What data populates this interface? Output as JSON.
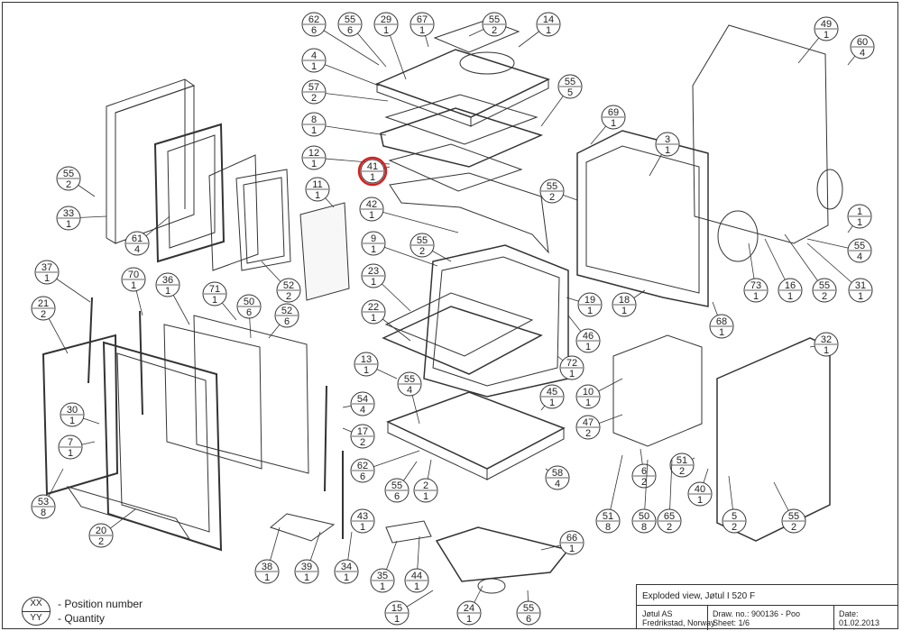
{
  "diagram": {
    "callouts": [
      {
        "pos": "62",
        "qty": "6"
      },
      {
        "pos": "55",
        "qty": "6"
      },
      {
        "pos": "29",
        "qty": "1"
      },
      {
        "pos": "67",
        "qty": "1"
      },
      {
        "pos": "55",
        "qty": "2"
      },
      {
        "pos": "14",
        "qty": "1"
      },
      {
        "pos": "49",
        "qty": "1"
      },
      {
        "pos": "60",
        "qty": "4"
      },
      {
        "pos": "4",
        "qty": "1"
      },
      {
        "pos": "57",
        "qty": "2"
      },
      {
        "pos": "55",
        "qty": "5"
      },
      {
        "pos": "8",
        "qty": "1"
      },
      {
        "pos": "69",
        "qty": "1"
      },
      {
        "pos": "55",
        "qty": "2"
      },
      {
        "pos": "3",
        "qty": "1"
      },
      {
        "pos": "12",
        "qty": "1"
      },
      {
        "pos": "41",
        "qty": "1"
      },
      {
        "pos": "55",
        "qty": "2"
      },
      {
        "pos": "11",
        "qty": "1"
      },
      {
        "pos": "52",
        "qty": "2"
      },
      {
        "pos": "33",
        "qty": "1"
      },
      {
        "pos": "61",
        "qty": "4"
      },
      {
        "pos": "42",
        "qty": "1"
      },
      {
        "pos": "1",
        "qty": "1"
      },
      {
        "pos": "9",
        "qty": "1"
      },
      {
        "pos": "55",
        "qty": "2"
      },
      {
        "pos": "55",
        "qty": "4"
      },
      {
        "pos": "37",
        "qty": "1"
      },
      {
        "pos": "70",
        "qty": "1"
      },
      {
        "pos": "36",
        "qty": "1"
      },
      {
        "pos": "71",
        "qty": "1"
      },
      {
        "pos": "50",
        "qty": "6"
      },
      {
        "pos": "52",
        "qty": "6"
      },
      {
        "pos": "23",
        "qty": "1"
      },
      {
        "pos": "19",
        "qty": "1"
      },
      {
        "pos": "18",
        "qty": "1"
      },
      {
        "pos": "73",
        "qty": "1"
      },
      {
        "pos": "16",
        "qty": "1"
      },
      {
        "pos": "55",
        "qty": "2"
      },
      {
        "pos": "31",
        "qty": "1"
      },
      {
        "pos": "21",
        "qty": "2"
      },
      {
        "pos": "22",
        "qty": "1"
      },
      {
        "pos": "46",
        "qty": "1"
      },
      {
        "pos": "68",
        "qty": "1"
      },
      {
        "pos": "32",
        "qty": "1"
      },
      {
        "pos": "13",
        "qty": "1"
      },
      {
        "pos": "72",
        "qty": "1"
      },
      {
        "pos": "55",
        "qty": "4"
      },
      {
        "pos": "54",
        "qty": "4"
      },
      {
        "pos": "45",
        "qty": "1"
      },
      {
        "pos": "10",
        "qty": "1"
      },
      {
        "pos": "30",
        "qty": "1"
      },
      {
        "pos": "17",
        "qty": "2"
      },
      {
        "pos": "47",
        "qty": "2"
      },
      {
        "pos": "7",
        "qty": "1"
      },
      {
        "pos": "62",
        "qty": "6"
      },
      {
        "pos": "55",
        "qty": "6"
      },
      {
        "pos": "2",
        "qty": "1"
      },
      {
        "pos": "58",
        "qty": "4"
      },
      {
        "pos": "6",
        "qty": "2"
      },
      {
        "pos": "51",
        "qty": "2"
      },
      {
        "pos": "40",
        "qty": "1"
      },
      {
        "pos": "53",
        "qty": "8"
      },
      {
        "pos": "43",
        "qty": "1"
      },
      {
        "pos": "51",
        "qty": "8"
      },
      {
        "pos": "50",
        "qty": "8"
      },
      {
        "pos": "65",
        "qty": "2"
      },
      {
        "pos": "5",
        "qty": "2"
      },
      {
        "pos": "55",
        "qty": "2"
      },
      {
        "pos": "20",
        "qty": "2"
      },
      {
        "pos": "66",
        "qty": "1"
      },
      {
        "pos": "38",
        "qty": "1"
      },
      {
        "pos": "39",
        "qty": "1"
      },
      {
        "pos": "34",
        "qty": "1"
      },
      {
        "pos": "35",
        "qty": "1"
      },
      {
        "pos": "44",
        "qty": "1"
      },
      {
        "pos": "15",
        "qty": "1"
      },
      {
        "pos": "24",
        "qty": "1"
      },
      {
        "pos": "55",
        "qty": "6"
      }
    ],
    "highlight_color": "#d81e1e",
    "line_color": "#333333"
  },
  "legend": {
    "symbol_top": "XX",
    "symbol_bottom": "YY",
    "position_text": "- Position number",
    "quantity_text": "- Quantity"
  },
  "title_block": {
    "title": "Exploded view, Jøtul I 520 F",
    "company": "Jøtul AS",
    "location": "Fredrikstad, Norway",
    "drawing_no": "Draw. no.: 900136 - Poo",
    "sheet": "Sheet: 1/6",
    "date_label": "Date:",
    "date": "01.02.2013"
  }
}
